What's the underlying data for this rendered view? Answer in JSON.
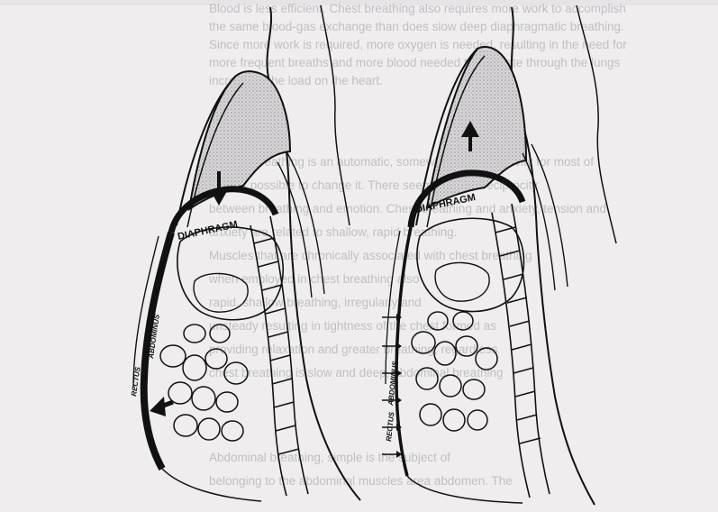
{
  "background_text": {
    "lines": [
      "Blood is less efficient. Chest breathing also requires more work to accomplish",
      "the same blood-gas exchange than does slow deep diaphragmatic breathing.",
      "Since more work is required, more oxygen is needed, resulting in the need for",
      "more frequent breaths and more blood needed to circulate through the lungs",
      "increasing the load on the heart.",
      "",
      "Though breathing is an automatic, somewhat natural activity for most of",
      "us, it is possible to change it. There seems to be a reciprocity",
      "between breathing and emotion. Chest breathing and anxiety, tension and",
      "anxiety are related to shallow, rapid breathing.",
      "Muscles that are chronically associated with chest breathing",
      "when employed in chest breathing also",
      "rapid, shallow breathing, irregularly and",
      "unsteady resulting in tightness of the chest formed as",
      "providing relaxation and greater breathing, regardless",
      "chest breathing is slow and deep, abdominal breathing",
      "",
      "Abdominal breathing, simple is the subject of",
      "belonging to the abdominal muscles area abdomen. The"
    ]
  },
  "figure": {
    "left_panel": {
      "label_diaphragm": "DIAPHRAGM",
      "label_rectus": "RECTUS",
      "label_abdominus": "ABDOMINUS"
    },
    "right_panel": {
      "label_diaphragm": "DIAPHRAGM",
      "label_rectus": "RECTUS",
      "label_abdominus": "ABDOMINUS"
    }
  }
}
